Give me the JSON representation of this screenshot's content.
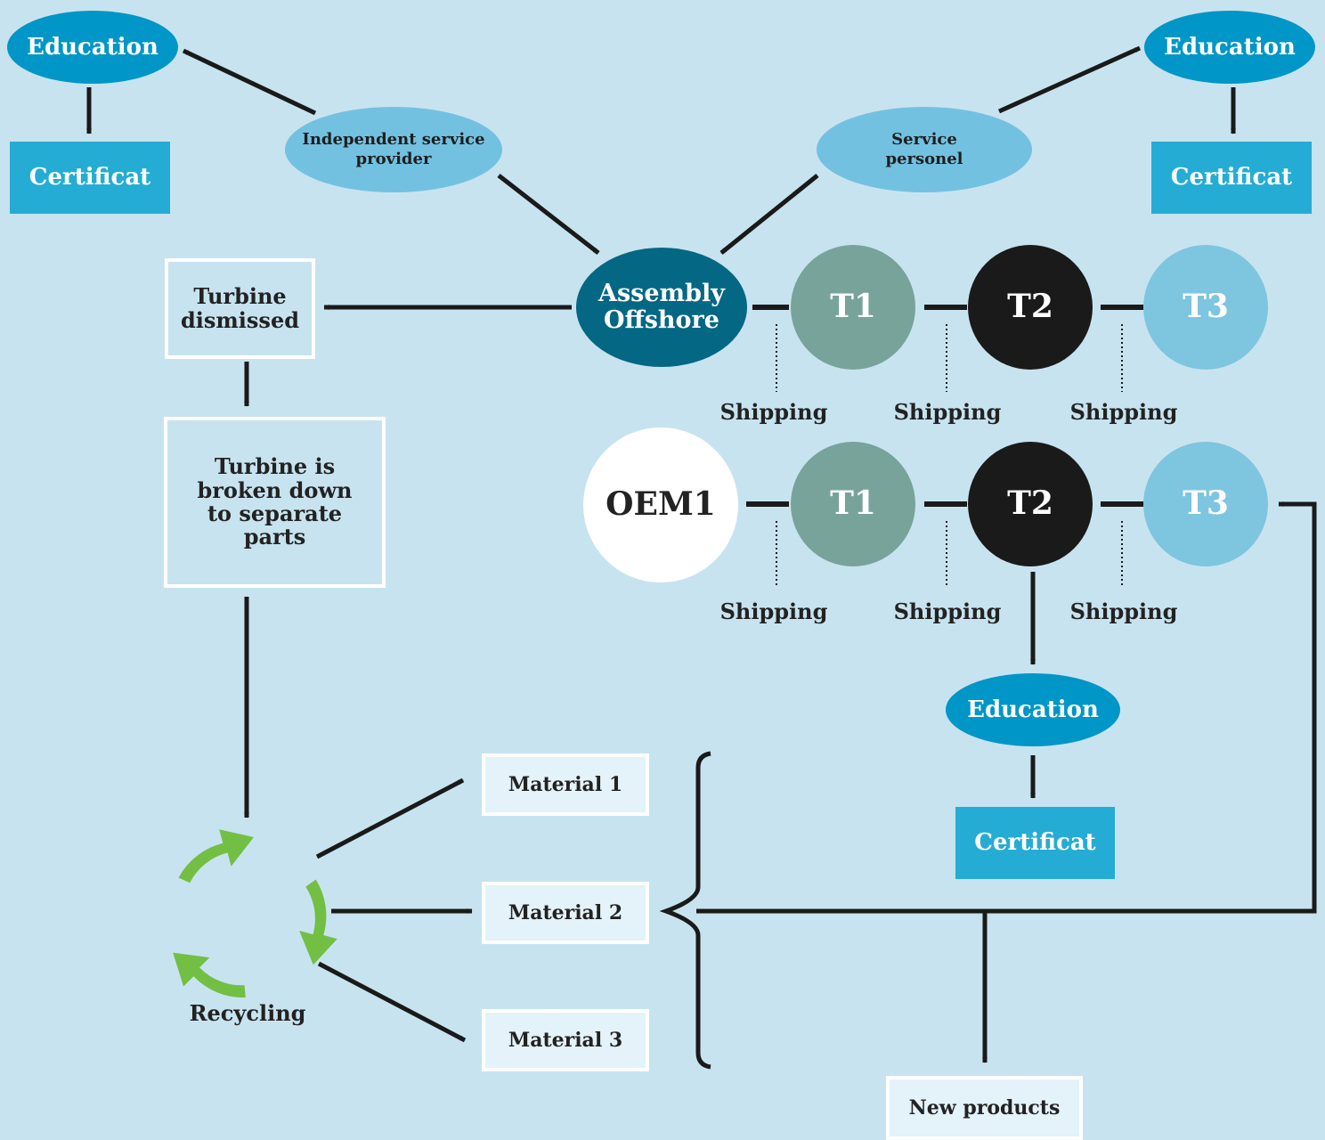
{
  "education_left": "Education",
  "certificat_left": "Certificat",
  "independent_service_provider": "Independent service provider",
  "service_personel": "Service personel",
  "education_right": "Education",
  "certificat_right": "Certificat",
  "assembly_offshore": "Assembly Offshore",
  "turbine_dismissed": "Turbine dismissed",
  "turbine_broken_down": "Turbine is broken down to separate parts",
  "row1": {
    "t1": "T1",
    "t2": "T2",
    "t3": "T3",
    "shipping": [
      "Shipping",
      "Shipping",
      "Shipping"
    ]
  },
  "row2": {
    "oem": "OEM1",
    "t1": "T1",
    "t2": "T2",
    "t3": "T3",
    "shipping": [
      "Shipping",
      "Shipping",
      "Shipping"
    ]
  },
  "education_mid": "Education",
  "certificat_mid": "Certificat",
  "recycling": "Recycling",
  "materials": [
    "Material 1",
    "Material 2",
    "Material 3"
  ],
  "new_products": "New products",
  "colors": {
    "background": "#c8e3f0",
    "education": "#0096c7",
    "certificat": "#25acd4",
    "service": "#73c1e1",
    "assembly": "#046784",
    "t1": "#77a39b",
    "t2": "#1a1a1a",
    "t3": "#7ec5e0",
    "recycling": "#72bf44"
  },
  "icons": {
    "recycling": "recycling-arrows-icon"
  }
}
